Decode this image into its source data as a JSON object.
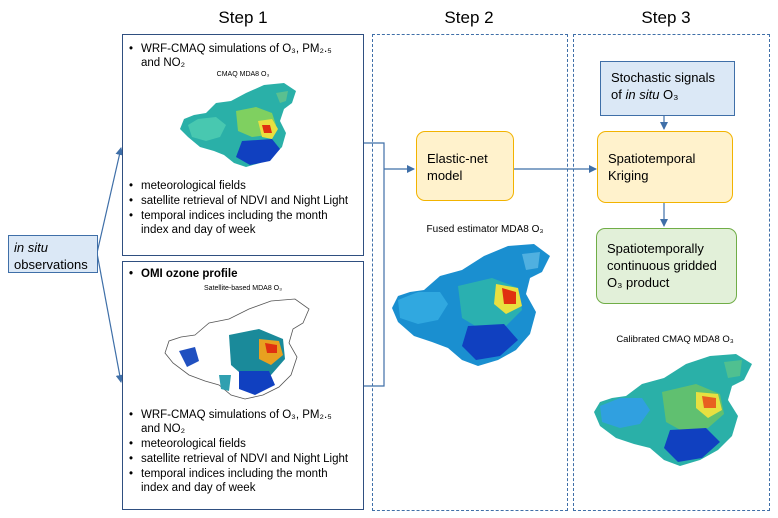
{
  "steps": {
    "step1": "Step 1",
    "step2": "Step 2",
    "step3": "Step 3"
  },
  "insitu": {
    "italic": "in situ",
    "rest": "observations"
  },
  "box_top": {
    "item1": "WRF-CMAQ simulations of O₃, PM₂.₅ and NO₂",
    "map_label": "CMAQ MDA8 O₃",
    "item2": "meteorological fields",
    "item3": "satellite retrieval of NDVI and Night Light",
    "item4": "temporal indices including the month index and day of week"
  },
  "box_bottom": {
    "item1": "OMI ozone profile",
    "map_label": "Satellite-based MDA8 O₃",
    "item2": "WRF-CMAQ simulations of O₃, PM₂.₅ and NO₂",
    "item3": "meteorological fields",
    "item4": "satellite retrieval of NDVI and Night Light",
    "item5": "temporal indices including the month index and day of week"
  },
  "step2": {
    "model": "Elastic-net model",
    "fused_label": "Fused estimator MDA8 O₃"
  },
  "step3": {
    "signals_prefix": "Stochastic signals of ",
    "signals_italic": "in situ",
    "signals_suffix": " O₃",
    "kriging": "Spatiotemporal Kriging",
    "product": "Spatiotemporally continuous gridded O₃ product",
    "calibrated_label": "Calibrated CMAQ MDA8 O₃"
  },
  "colors": {
    "map_high": "#e03010",
    "map_mid": "#e8e040",
    "map_low": "#1040c0",
    "arrow": "#3f6fa8"
  }
}
